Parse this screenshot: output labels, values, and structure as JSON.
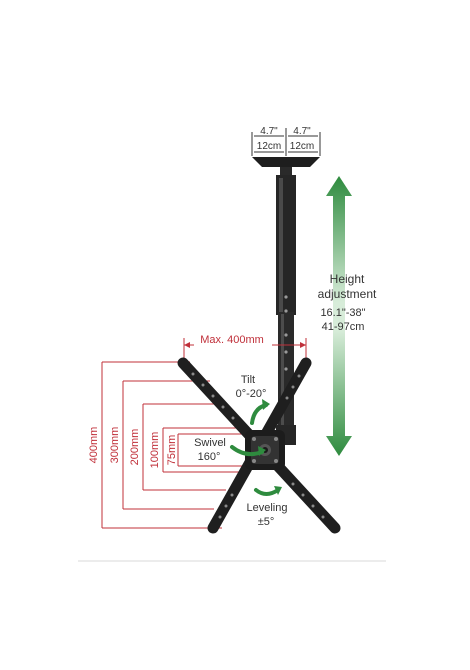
{
  "top_plate": {
    "left_in": "4.7\"",
    "right_in": "4.7\"",
    "left_cm": "12cm",
    "right_cm": "12cm"
  },
  "height": {
    "title_line1": "Height",
    "title_line2": "adjustment",
    "range_in": "16.1\"-38\"",
    "range_cm": "41-97cm"
  },
  "max_width": "Max. 400mm",
  "tilt": {
    "label": "Tilt",
    "range": "0°-20°"
  },
  "swivel": {
    "label": "Swivel",
    "range": "160°"
  },
  "leveling": {
    "label": "Leveling",
    "range": "±5°"
  },
  "vesa": {
    "h400": "400mm",
    "h300": "300mm",
    "h200": "200mm",
    "h100": "100mm",
    "h75": "75mm"
  },
  "colors": {
    "dimension_red": "#c0303a",
    "arrow_green": "#2e8b3e",
    "mount_black": "#222222"
  }
}
